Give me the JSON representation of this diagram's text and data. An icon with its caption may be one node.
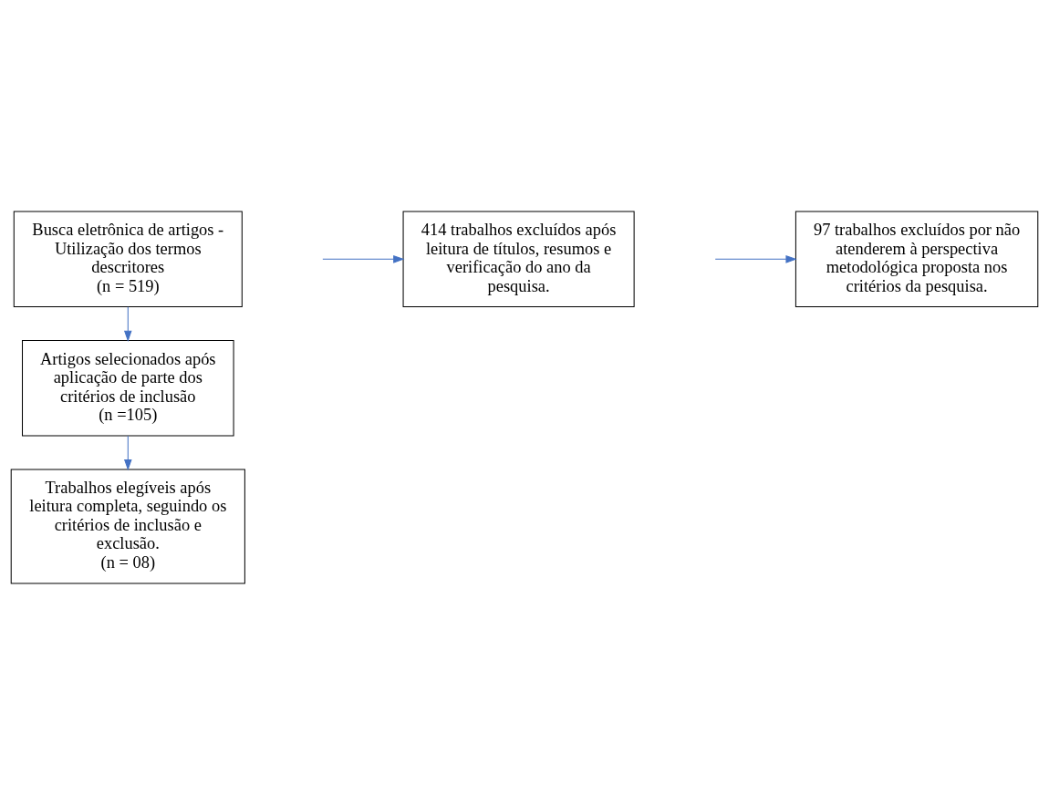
{
  "diagram": {
    "nodes": [
      {
        "text": [
          "Busca eletrônica de artigos - Utilização dos termos descritores",
          "(n = 519)"
        ]
      },
      {
        "text": [
          "414 trabalhos excluídos após leitura de títulos, resumos e verificação do ano da pesquisa."
        ]
      },
      {
        "text": [
          "Artigos selecionados após aplicação de parte dos critérios de inclusão",
          "(n =105)"
        ]
      },
      {
        "text": [
          "97 trabalhos excluídos por não atenderem à perspectiva metodológica proposta nos critérios da pesquisa."
        ]
      },
      {
        "text": [
          "Trabalhos elegíveis após leitura completa, seguindo os critérios de inclusão e exclusão.",
          "(n = 08)"
        ]
      }
    ],
    "edges": [
      {
        "from": 0,
        "to": 2,
        "arrow": "to"
      },
      {
        "from": null,
        "to": 1,
        "arrow": "to"
      },
      {
        "from": 2,
        "to": 4,
        "arrow": "to"
      },
      {
        "from": null,
        "to": 3,
        "arrow": "to"
      }
    ]
  }
}
